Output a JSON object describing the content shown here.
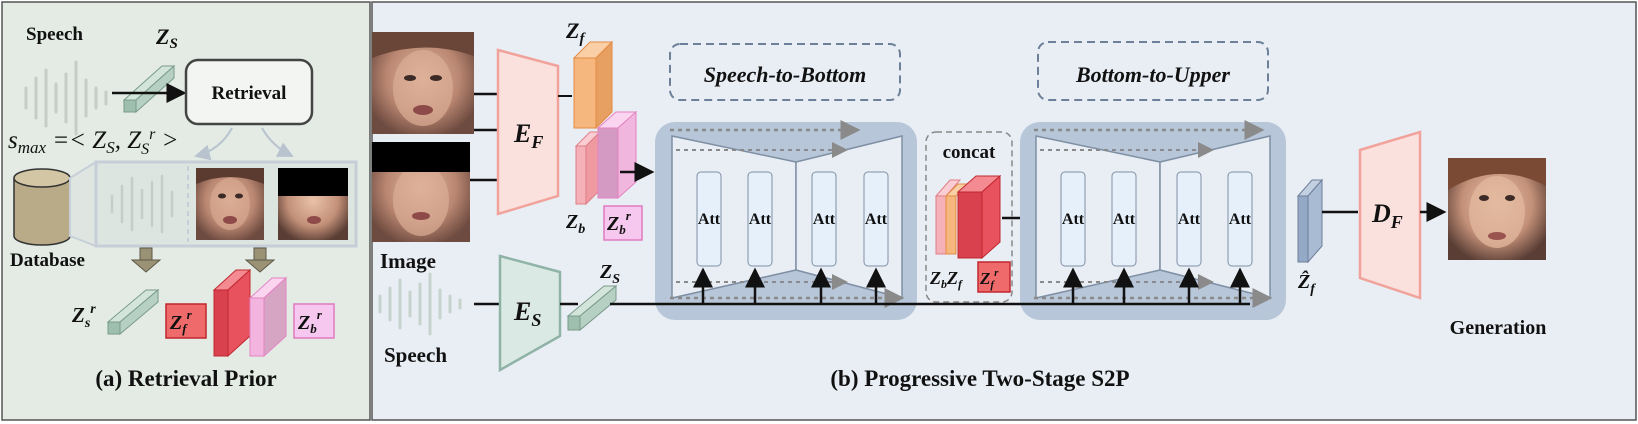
{
  "left_panel": {
    "caption": "(a) Retrieval Prior",
    "speech_label": "Speech",
    "zs_label": "Z_S",
    "retrieval_label": "Retrieval",
    "smax_formula": "s_max =< Z_S, Z_S^r >",
    "database_label": "Database",
    "zs_r_label": "Z_s^r",
    "zf_r_label": "Z_f^r",
    "zb_r_label": "Z_b^r"
  },
  "right_panel": {
    "caption": "(b) Progressive Two-Stage S2P",
    "image_label": "Image",
    "speech_label": "Speech",
    "ef_label": "E_F",
    "es_label": "E_S",
    "df_label": "D_F",
    "zf_label": "Z_f",
    "zb_label": "Z_b",
    "zb_r_label": "Z_b^r",
    "zs_label": "Z_S",
    "stage1_title": "Speech-to-Bottom",
    "stage2_title": "Bottom-to-Upper",
    "att_label": "Att",
    "concat_label": "concat",
    "concat_sub": "Z_b Z_f",
    "concat_zf_r": "Z_f^r",
    "zf_hat_label": "Ẑ_f",
    "generation_label": "Generation"
  },
  "colors": {
    "left_bg": "#e3ebe4",
    "right_bg": "#e9eef5",
    "block_bg": "#b7c6d8",
    "att_fill": "#e6f0fa",
    "encoder_fill": "#fbe1de",
    "encoder_stroke": "#f1a29a",
    "es_fill": "#dbe9e4",
    "zf_orange": "#f6b77e",
    "zb_pink": "#f4b2b8",
    "zb_r_fill": "#f7c8ef",
    "red_feat": "#ef5060",
    "green_feat": "#b6d1c4",
    "blue_feat": "#94a9c5"
  }
}
